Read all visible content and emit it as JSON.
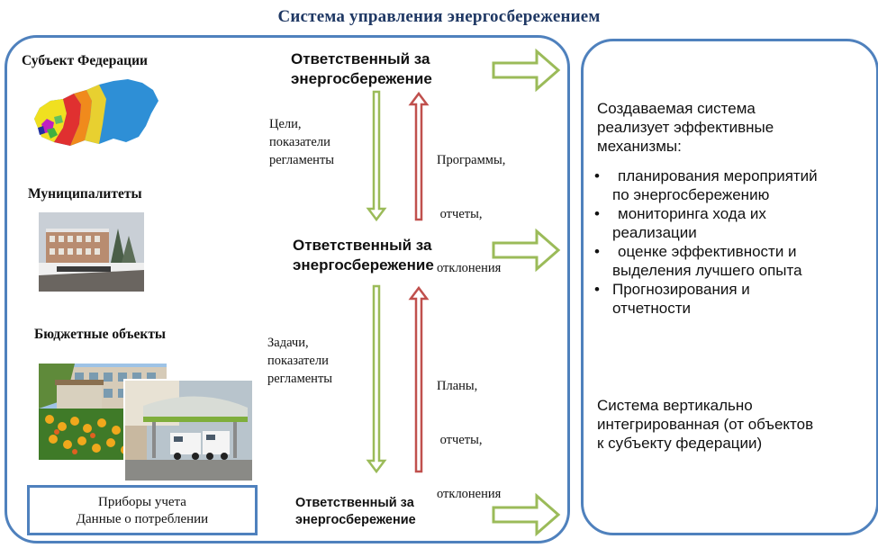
{
  "title": "Система управления энергосбережением",
  "levels": {
    "federation": "Субъект Федерации",
    "municipal": "Муниципалитеты",
    "budget": "Бюджетные объекты"
  },
  "responsible": "Ответственный за энергосбережение",
  "down_flow_1": [
    "Цели,",
    "показатели",
    "регламенты"
  ],
  "up_flow_1": [
    "Программы,",
    " отчеты,",
    "отклонения"
  ],
  "down_flow_2": [
    "Задачи,",
    "показатели",
    "регламенты"
  ],
  "up_flow_2": [
    "Планы,",
    " отчеты,",
    "отклонения"
  ],
  "meter_box": [
    "Приборы учета",
    "Данные о потреблении"
  ],
  "right_panel": {
    "intro": [
      "Создаваемая система",
      "реализует эффективные",
      "механизмы:"
    ],
    "bullets": [
      [
        "планирования мероприятий",
        "по энергосбережению"
      ],
      [
        "мониторинга хода их",
        "реализации"
      ],
      [
        "оценке эффективности и",
        "выделения лучшего опыта"
      ],
      [
        "Прогнозирования и",
        "отчетности"
      ]
    ],
    "conclusion": [
      "Система вертикально",
      "интегрированная (от объектов",
      "к субъекту федерации)"
    ]
  },
  "colors": {
    "panel_border": "#4f81bd",
    "title": "#1f3864",
    "arrow_down": "#9bbb59",
    "arrow_up": "#c0504d"
  }
}
